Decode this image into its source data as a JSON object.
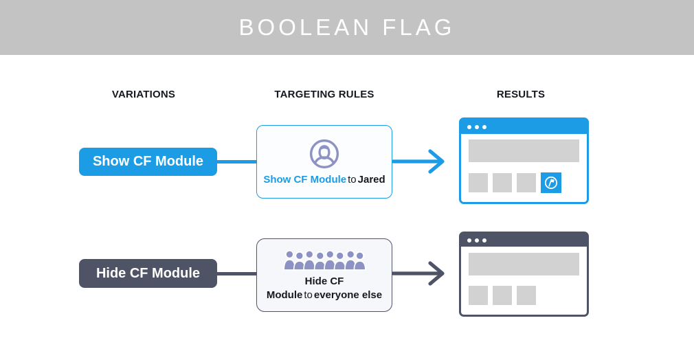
{
  "banner": {
    "title": "BOOLEAN FLAG"
  },
  "columns": {
    "variations": "VARIATIONS",
    "targeting_rules": "TARGETING RULES",
    "results": "RESULTS"
  },
  "colors": {
    "blue": "#1b9ce5",
    "dark_slate": "#4e5366",
    "icon_purple": "#8d92c5",
    "placeholder_gray": "#d2d2d2",
    "banner_gray": "#c3c3c3"
  },
  "rows": [
    {
      "variation_label": "Show CF Module",
      "rule": {
        "icon": "user-circle-icon",
        "flag_label": "Show CF Module",
        "connector": "to",
        "audience": "Jared"
      },
      "result": {
        "window_theme": "blue",
        "placeholder_squares": 3,
        "shows_cf_module": true
      }
    },
    {
      "variation_label": "Hide CF Module",
      "rule": {
        "icon": "crowd-icon",
        "flag_label": "Hide CF Module",
        "connector": "to",
        "audience": "everyone else"
      },
      "result": {
        "window_theme": "dark-slate",
        "placeholder_squares": 3,
        "shows_cf_module": false
      }
    }
  ]
}
